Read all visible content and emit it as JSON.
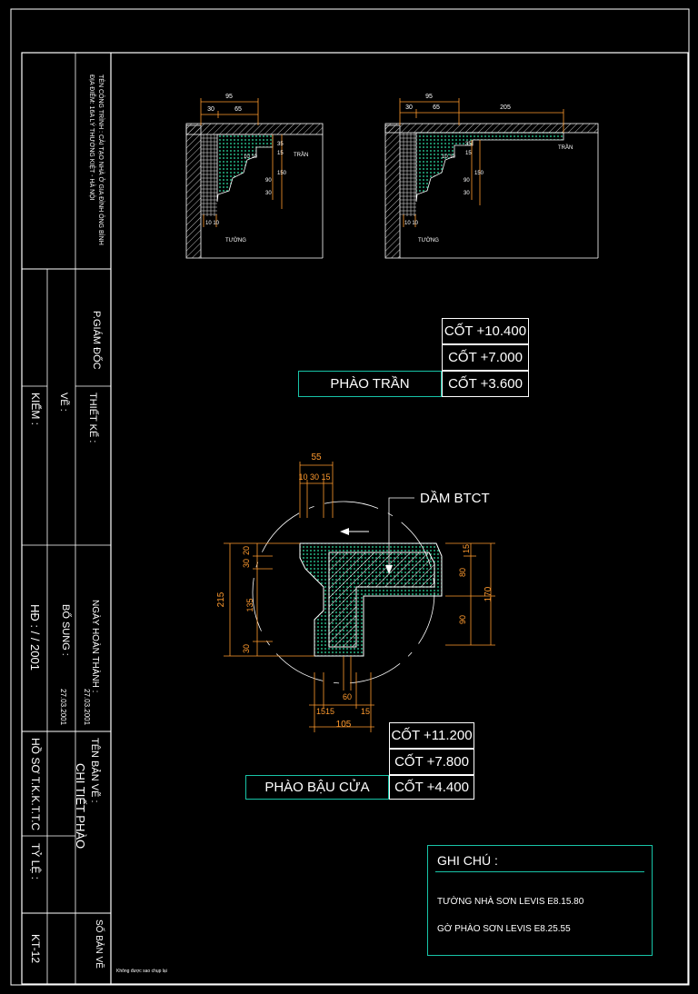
{
  "title_block": {
    "project_line": "TÊN CÔNG TRÌNH : CẢI TẠO NHÀ Ở GIA ĐÌNH ÔNG BÌNH",
    "address_line": "ĐỊA ĐIỂM: 16A LÝ THƯỜNG KIỆT - HÀ NỘI",
    "director": "P.GIÁM ĐỐC",
    "designer": "THIẾT KẾ :",
    "drawer": "VẼ :",
    "checker": "KIỂM :",
    "completion_label": "NGÀY HOÀN THÀNH :",
    "completion_date": "27.03.2001",
    "supplement_label": "BỔ SUNG :",
    "supplement_date": "27.03.2001",
    "contract": "HĐ :   /   / 2001",
    "drawing_name_label": "TÊN BẢN VẼ :",
    "drawing_name": "CHI TIẾT PHÀO",
    "dossier": "HỒ SƠ T.K.K.T.T.C",
    "scale": "TỶ LỆ :",
    "sheet_label": "SỐ BẢN VẼ",
    "sheet_no": "KT-12",
    "footer_note": "Không được sao chụp lại"
  },
  "detail_top_left": {
    "dims_top": [
      "95",
      "30",
      "65"
    ],
    "dims_right": [
      "35",
      "15",
      "150",
      "90",
      "30"
    ],
    "dims_inner": "10 10",
    "dims_bottom": "10 10",
    "ceiling": "TRẦN",
    "wall": "TƯỜNG"
  },
  "detail_top_right": {
    "dims_top": [
      "95",
      "30",
      "65",
      "205"
    ],
    "dims_right": [
      "35",
      "15",
      "150",
      "90",
      "30"
    ],
    "dims_inner": "10 10",
    "dims_bottom": "10 10",
    "ceiling": "TRẦN",
    "wall": "TƯỜNG"
  },
  "table_ceiling": {
    "name": "PHÀO TRẦN",
    "levels": [
      "CỐT +10.400",
      "CỐT +7.000",
      "CỐT +3.600"
    ]
  },
  "detail_window": {
    "beam_label": "DẦM BTCT",
    "dims_top_total": "55",
    "dims_top_parts": "10 30 15",
    "dims_left_total": "215",
    "dims_left_parts": [
      "20",
      "30",
      "135",
      "30"
    ],
    "dims_right_total": "170",
    "dims_right_parts": [
      "15",
      "80",
      "90"
    ],
    "dims_bottom_parts": [
      "15",
      "15",
      "60",
      "15"
    ],
    "dims_bottom_total": "105"
  },
  "table_window": {
    "name": "PHÀO BẬU CỬA",
    "levels": [
      "CỐT +11.200",
      "CỐT +7.800",
      "CỐT +4.400"
    ]
  },
  "notes": {
    "title": "GHI CHÚ :",
    "line1": "TƯỜNG NHÀ SƠN LEVIS E8.15.80",
    "line2": "GỜ PHÀO SƠN LEVIS E8.25.55"
  },
  "colors": {
    "frame": "#ffffff",
    "teal": "#18c4a8",
    "dim": "#ff9a2e",
    "hatch": "#c0c0c0",
    "grid": "#00d0c0"
  }
}
